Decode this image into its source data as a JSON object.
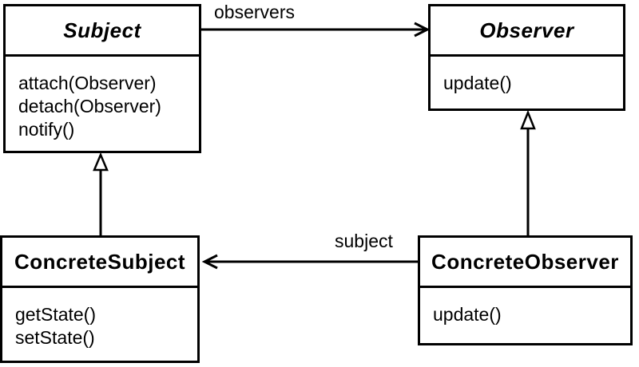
{
  "diagram": {
    "classes": {
      "subject": {
        "name": "Subject",
        "abstract": true,
        "methods": [
          "attach(Observer)",
          "detach(Observer)",
          "notify()"
        ]
      },
      "observer": {
        "name": "Observer",
        "abstract": true,
        "methods": [
          "update()"
        ]
      },
      "concrete_subject": {
        "name": "ConcreteSubject",
        "abstract": false,
        "methods": [
          "getState()",
          "setState()"
        ]
      },
      "concrete_observer": {
        "name": "ConcreteObserver",
        "abstract": false,
        "methods": [
          "update()"
        ]
      }
    },
    "associations": {
      "observers_label": "observers",
      "subject_label": "subject"
    },
    "relations": [
      {
        "type": "association",
        "from": "subject",
        "to": "observer",
        "label": "observers"
      },
      {
        "type": "association",
        "from": "concrete_observer",
        "to": "concrete_subject",
        "label": "subject"
      },
      {
        "type": "inheritance",
        "from": "concrete_subject",
        "to": "subject"
      },
      {
        "type": "inheritance",
        "from": "concrete_observer",
        "to": "observer"
      }
    ],
    "colors": {
      "line": "#000000",
      "box_fill": "#ffffff",
      "background": "#ffffff",
      "text": "#000000"
    }
  }
}
